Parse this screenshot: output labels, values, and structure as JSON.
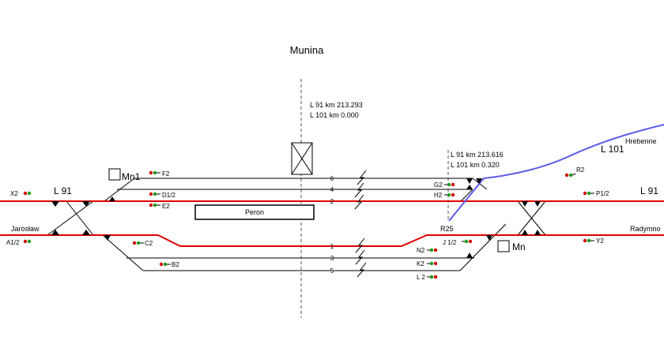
{
  "title": "Munina",
  "colors": {
    "main_track": "#e00000",
    "branch_track": "#5b5bea",
    "signal_red": "#d40000",
    "signal_green": "#1a9a1a"
  },
  "lines": {
    "left": "L 91",
    "right": "L 91",
    "branch": "L 101"
  },
  "directions": {
    "west": "Jarosław",
    "east": "Radymno",
    "branch_end": "Hrebenne"
  },
  "km_markers": {
    "station_axis": {
      "row1": "L  91  km 213.293",
      "row2": "L 101  km     0.000"
    },
    "junction_axis": {
      "row1": "L  91  km 213.616",
      "row2": "L 101  km     0.320"
    }
  },
  "boxes": {
    "platform": "Peron",
    "post_mn1": "Mn1",
    "post_mn": "Mn",
    "junction": "R25"
  },
  "tracks": {
    "t6": "6",
    "t4": "4",
    "t2": "2",
    "t1": "1",
    "t3": "3",
    "t5": "5"
  },
  "signals": {
    "x2": "X2",
    "a12": "A1/2",
    "f2": "F2",
    "e2": "E2",
    "d12": "D1/2",
    "c2": "C2",
    "b2": "B2",
    "g2": "G2",
    "h2": "H2",
    "j12": "J 1/2",
    "n2": "N2",
    "k2": "K2",
    "l2": "L 2",
    "r2": "R2",
    "p12": "P1/2",
    "y2": "Y2"
  }
}
